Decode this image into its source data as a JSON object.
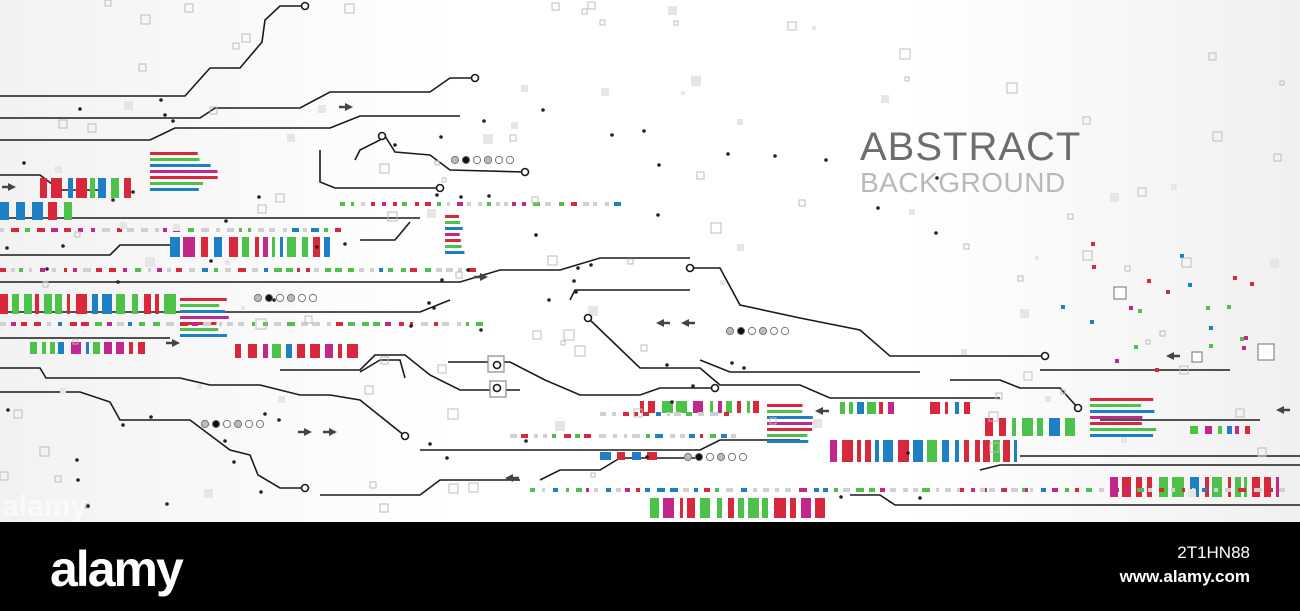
{
  "headline": {
    "title": "ABSTRACT",
    "subtitle": "BACKGROUND"
  },
  "watermark": {
    "faint_text": "alamy"
  },
  "footer": {
    "logo": "alamy",
    "image_id": "2T1HN88",
    "url": "www.alamy.com"
  },
  "palette": {
    "trace": "#1a1a1a",
    "red": "#d8283c",
    "green": "#4cc24a",
    "blue": "#1f7fc4",
    "magenta": "#c2288c",
    "gray": "#9a9a9a"
  }
}
